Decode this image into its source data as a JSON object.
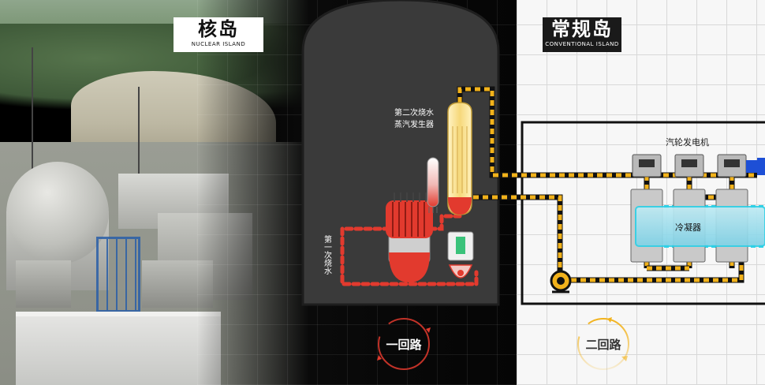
{
  "nuclear_island": {
    "title": "核岛",
    "subtitle": "NUCLEAR ISLAND"
  },
  "conventional_island": {
    "title": "常规岛",
    "subtitle": "CONVENTIONAL ISLAND"
  },
  "components": {
    "steam_generator": [
      "第二次烧水",
      "蒸汽发生器"
    ],
    "primary_water": "第一次烧水",
    "turbine_generator": "汽轮发电机",
    "condenser": "冷凝器"
  },
  "loops": {
    "primary": "一回路",
    "secondary": "二回路"
  },
  "colors": {
    "primary_loop": "#e23a2e",
    "secondary_loop": "#f2b21b",
    "cooling_water": "#2fd0e6",
    "generator_blue": "#1d4fd6"
  }
}
